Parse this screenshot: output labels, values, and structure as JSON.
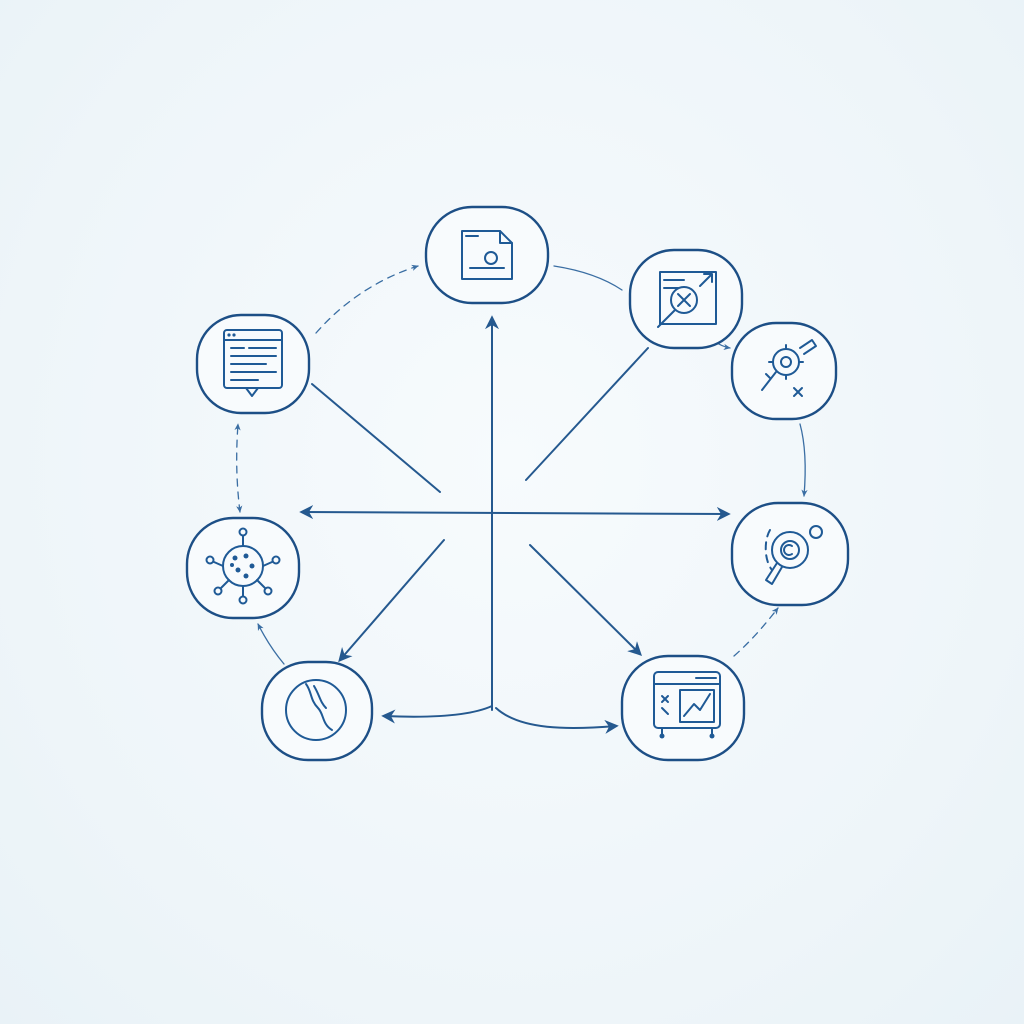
{
  "diagram": {
    "type": "circular-flow-hub",
    "nodes": [
      {
        "id": "document",
        "icon": "document-icon"
      },
      {
        "id": "search-analysis",
        "icon": "magnifier-wrench-icon"
      },
      {
        "id": "tools",
        "icon": "gear-wrench-icon"
      },
      {
        "id": "inspection",
        "icon": "magnifier-target-icon"
      },
      {
        "id": "dashboard",
        "icon": "monitor-chart-icon"
      },
      {
        "id": "time",
        "icon": "clock-icon"
      },
      {
        "id": "network",
        "icon": "virus-network-icon"
      },
      {
        "id": "report",
        "icon": "browser-page-icon"
      }
    ],
    "colors": {
      "ink": "#1f5a96",
      "background": "#eef5f9",
      "node_fill": "#f8fbfd"
    }
  }
}
